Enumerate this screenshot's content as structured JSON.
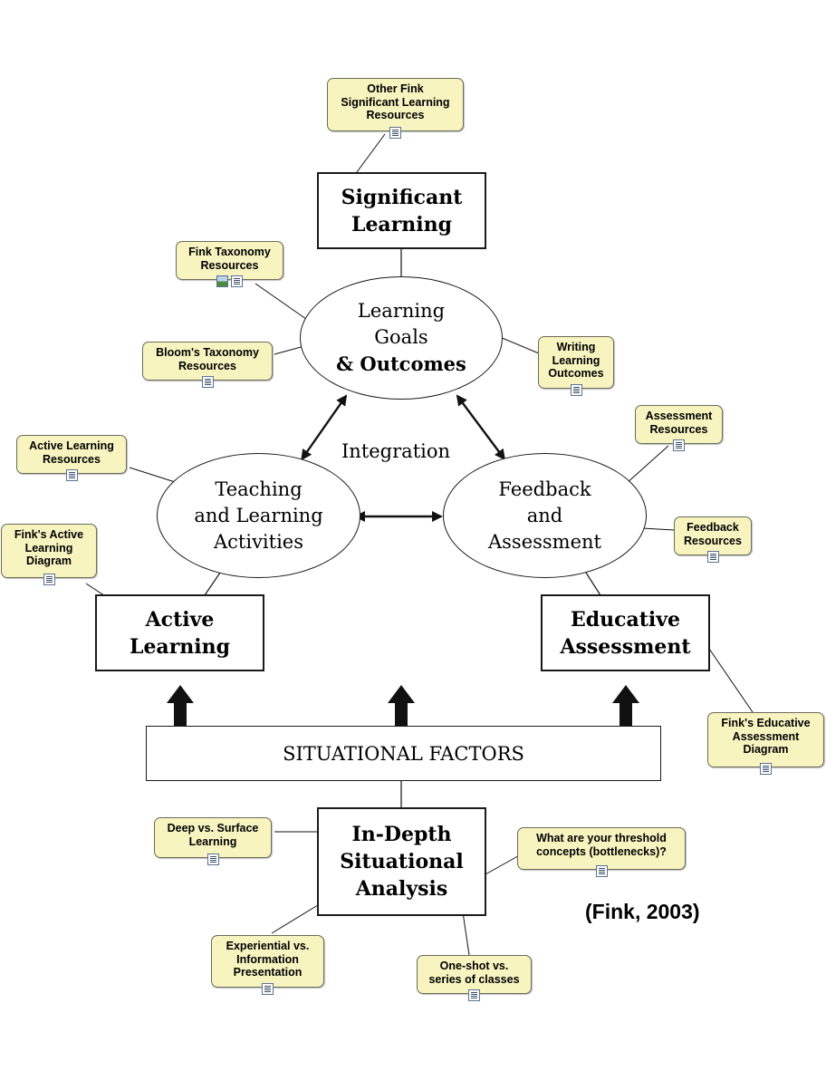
{
  "diagram": {
    "title_box": "Significant\nLearning",
    "center_label": "Integration",
    "ellipses": {
      "goals": {
        "line1": "Learning\nGoals",
        "line2": "& Outcomes"
      },
      "teaching": "Teaching\nand Learning\nActivities",
      "feedback": "Feedback\nand\nAssessment"
    },
    "boxes": {
      "active": "Active\nLearning",
      "educative": "Educative\nAssessment",
      "situational": "SITUATIONAL FACTORS",
      "analysis": "In-Depth\nSituational\nAnalysis"
    },
    "citation": "(Fink, 2003)",
    "notes": {
      "other_fink": "Other Fink\nSignificant Learning\nResources",
      "fink_taxonomy": "Fink Taxonomy\nResources",
      "blooms": "Bloom's Taxonomy\nResources",
      "writing": "Writing\nLearning\nOutcomes",
      "active_res": "Active Learning\nResources",
      "finks_active": "Fink's Active\nLearning\nDiagram",
      "assessment_res": "Assessment\nResources",
      "feedback_res": "Feedback\nResources",
      "finks_educative": "Fink's Educative\nAssessment\nDiagram",
      "deep_surface": "Deep vs. Surface\nLearning",
      "threshold": "What are your threshold\nconcepts (bottlenecks)?",
      "experiential": "Experiential vs.\nInformation\nPresentation",
      "oneshot": "One-shot vs.\nseries of classes"
    }
  }
}
